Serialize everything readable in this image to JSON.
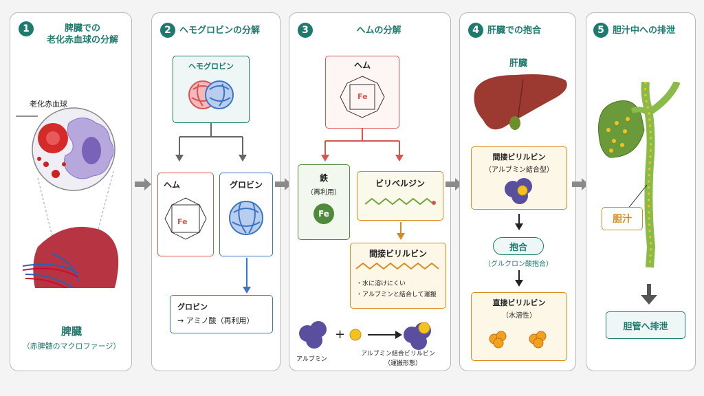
{
  "colors": {
    "teal": "#1f7a6e",
    "red": "#d9534f",
    "blue": "#3a75c4",
    "green": "#4e8a3a",
    "orange": "#d98a1f",
    "gray": "#6a6a6a"
  },
  "panel1": {
    "num": "1",
    "title_line1": "脾臓での",
    "title_line2": "老化赤血球の分解",
    "label_rbc": "老化赤血球",
    "label_spleen": "脾臓",
    "label_macro": "（赤脾髄のマクロファージ）"
  },
  "panel2": {
    "num": "2",
    "title": "ヘモグロビンの分解",
    "hemoglobin": "ヘモグロビン",
    "heme": "ヘム",
    "fe": "Fe",
    "globin": "グロビン",
    "globin_result_line1": "グロビン",
    "globin_result_line2": "→ アミノ酸（再利用）"
  },
  "panel3": {
    "num": "3",
    "title": "ヘムの分解",
    "heme": "ヘム",
    "fe": "Fe",
    "iron": "鉄",
    "iron_sub": "（再利用）",
    "biliverdin": "ビリベルジン",
    "indirect": "間接ビリルビン",
    "note1": "・水に溶けにくい",
    "note2": "・アルブミンと結合して運搬",
    "albumin": "アルブミン",
    "albumin_bound": "アルブミン結合ビリルビン",
    "transport": "（運搬形態）"
  },
  "panel4": {
    "num": "4",
    "title": "肝臓での抱合",
    "liver": "肝臓",
    "indirect_line1": "間接ビリルビン",
    "indirect_line2": "（アルブミン結合型）",
    "conjugation": "抱合",
    "glucuronide": "（グルクロン酸抱合）",
    "direct_line1": "直接ビリルビン",
    "direct_line2": "（水溶性）"
  },
  "panel5": {
    "num": "5",
    "title": "胆汁中への排泄",
    "bile": "胆汁",
    "excretion": "胆管へ排泄"
  }
}
